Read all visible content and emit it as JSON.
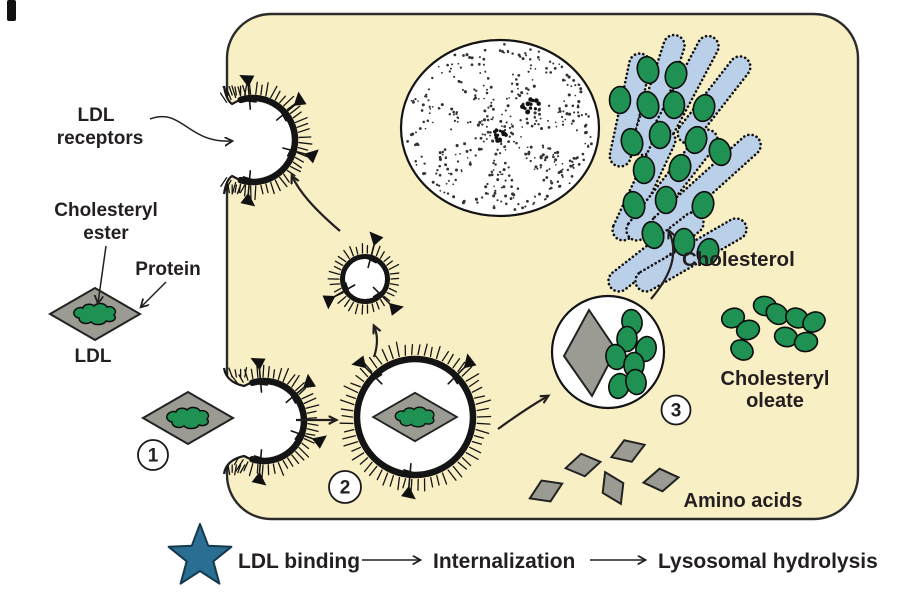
{
  "labels": {
    "ldl_receptors": [
      "LDL",
      "receptors"
    ],
    "cholesteryl_ester": [
      "Cholesteryl",
      "ester"
    ],
    "protein": "Protein",
    "ldl": "LDL",
    "cholesterol": "Cholesterol",
    "cholesteryl_oleate": [
      "Cholesteryl",
      "oleate"
    ],
    "amino_acids": "Amino acids"
  },
  "steps": [
    "1",
    "2",
    "3"
  ],
  "caption": {
    "marker_icon": "star-icon",
    "ldl_binding": "LDL binding",
    "internalization": "Internalization",
    "lysosomal_hydrolysis": "Lysosomal hydrolysis"
  },
  "colors": {
    "background": "#ffffff",
    "cell_fill": "#f9efc5",
    "ink": "#231f20",
    "ldl_protein_gray": "#9b9b93",
    "cholesterol_green": "#1f9152",
    "er_blue": "#bacfe8",
    "star_fill": "#2b6e93",
    "star_outline": "#16394f"
  }
}
